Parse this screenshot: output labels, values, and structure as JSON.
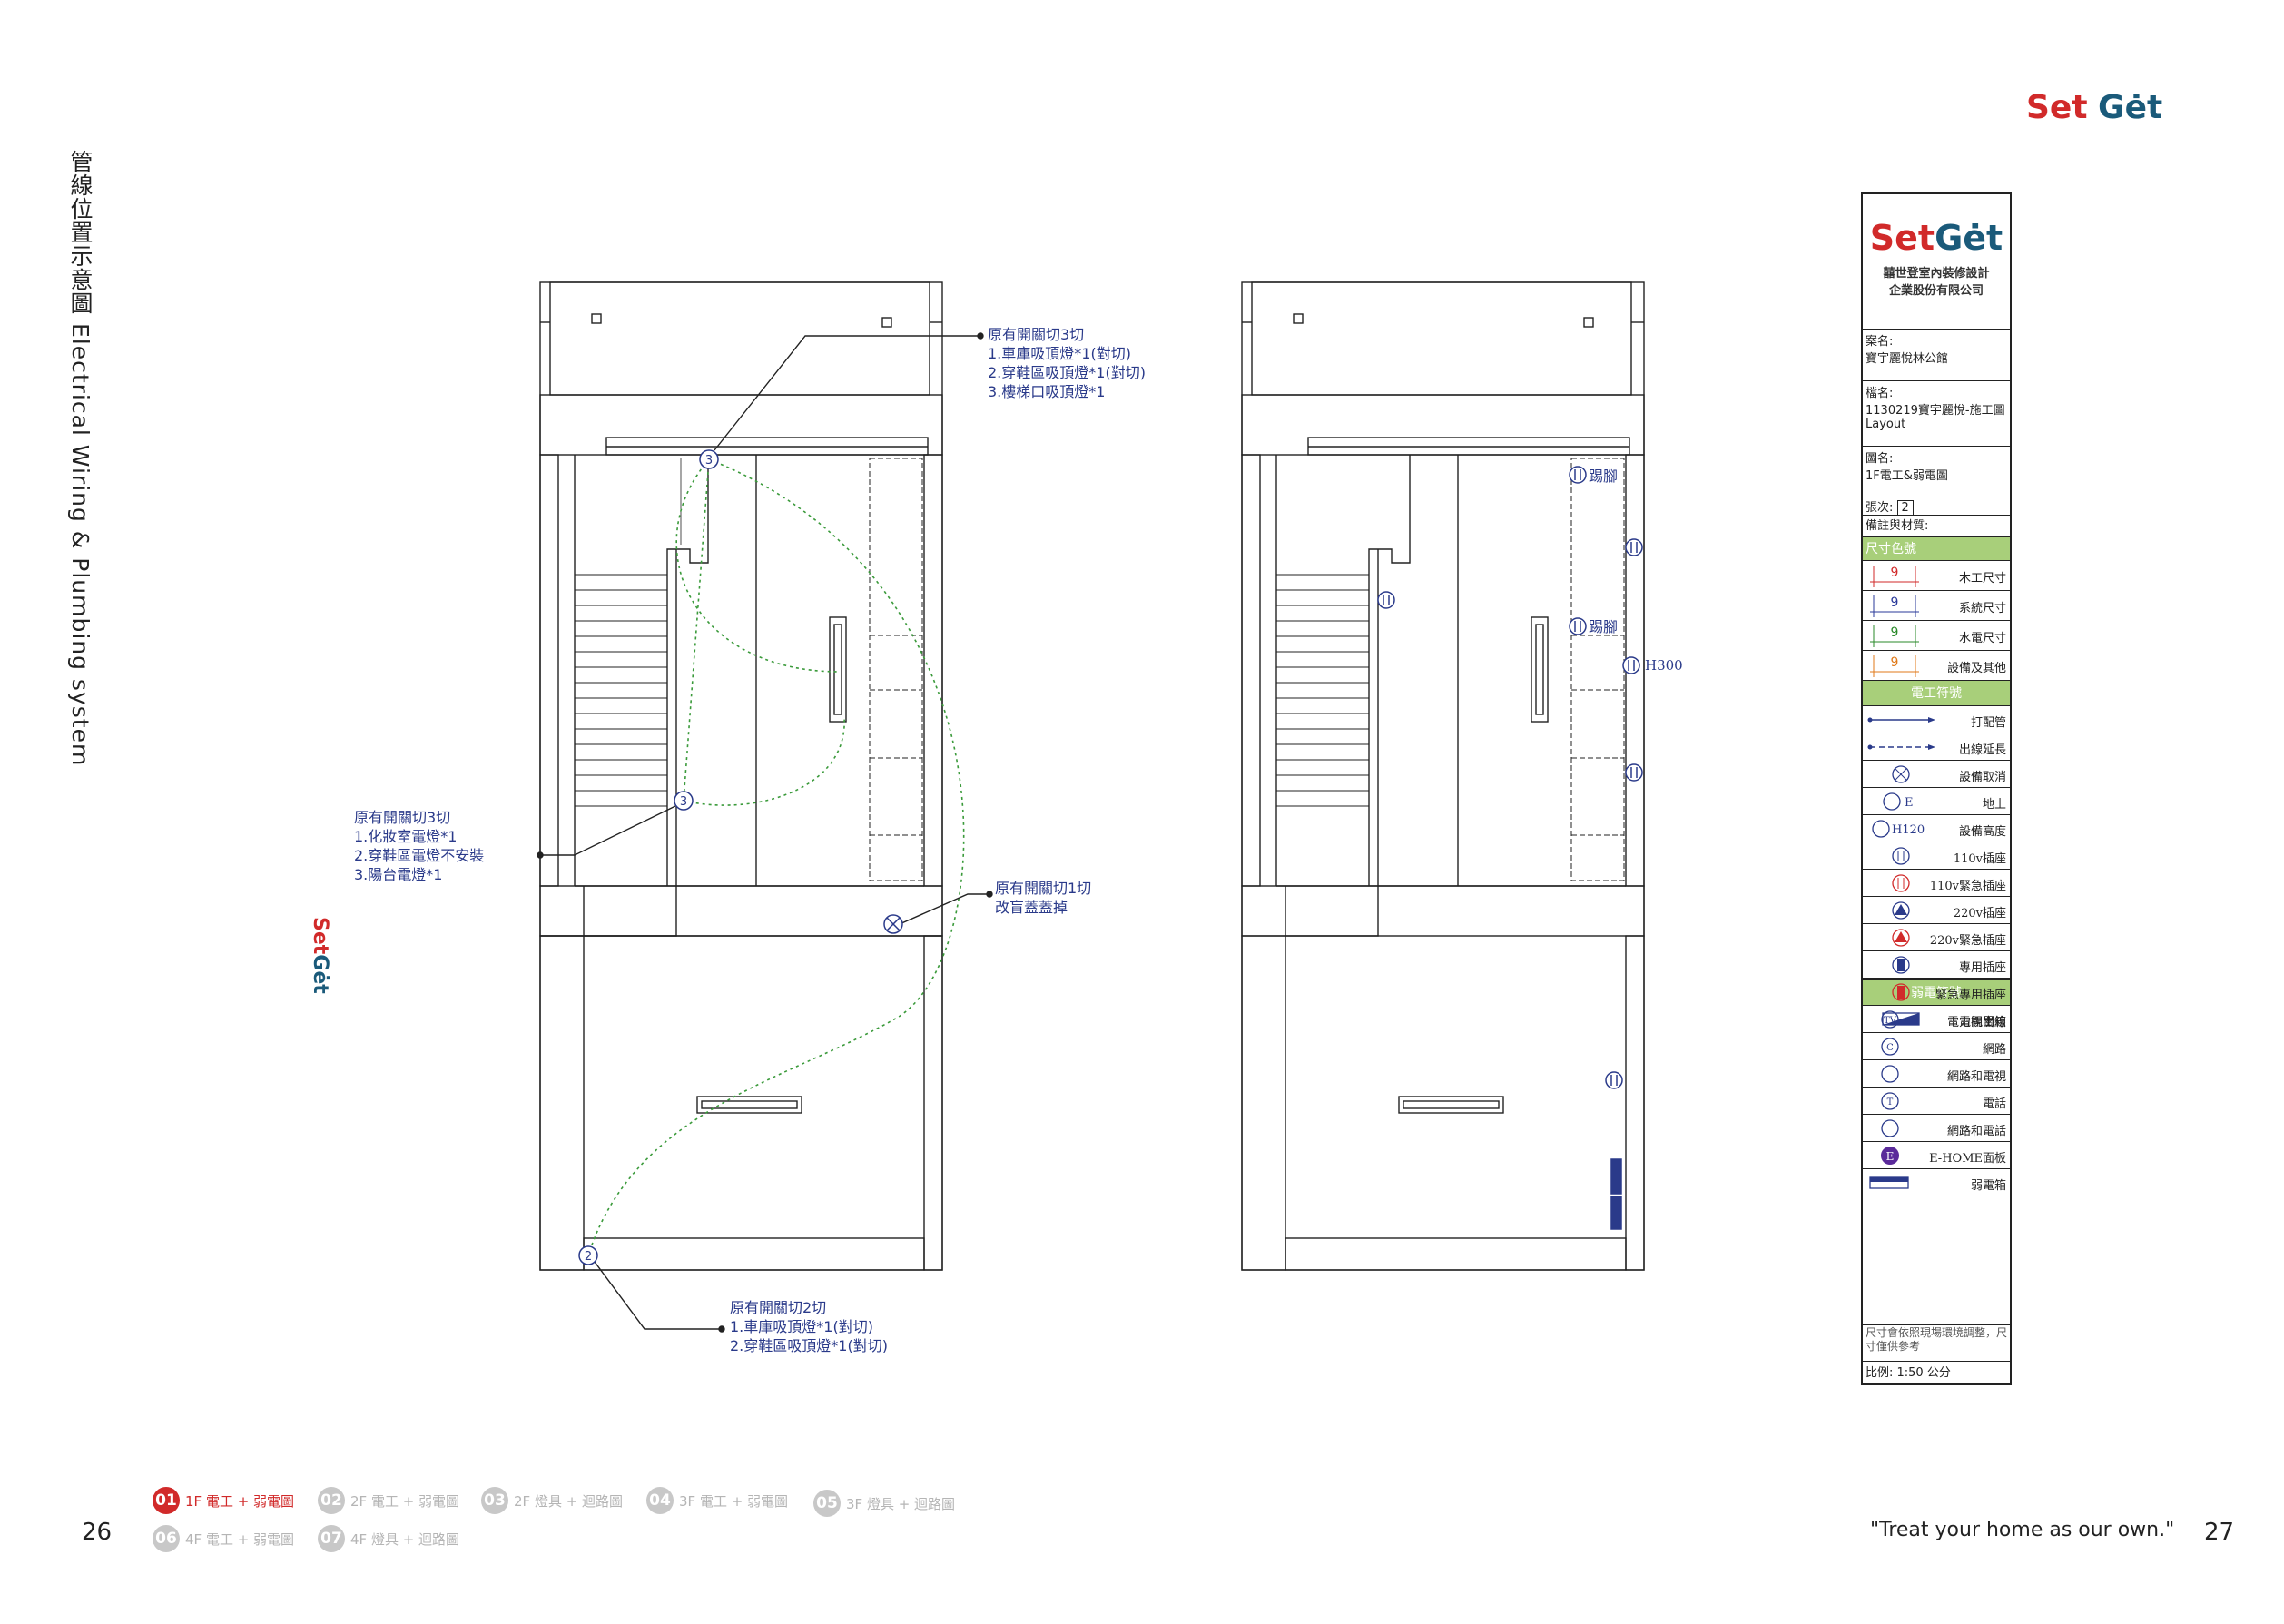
{
  "page": {
    "vertical_title": "管線位置示意圖 Electrical Wiring & Plumbing system",
    "brand": {
      "set": "Set",
      "get": "Gėt"
    },
    "page_left": "26",
    "page_right": "27",
    "quote": "\"Treat your home as our own.\""
  },
  "nav": [
    {
      "num": "01",
      "label": "1F 電工 + 弱電圖",
      "active": true
    },
    {
      "num": "02",
      "label": "2F 電工 + 弱電圖"
    },
    {
      "num": "03",
      "label": "2F 燈具 + 迴路圖"
    },
    {
      "num": "04",
      "label": "3F 電工 + 弱電圖"
    },
    {
      "num": "05",
      "label": "3F 燈具 + 迴路圖"
    },
    {
      "num": "06",
      "label": "4F 電工 + 弱電圖"
    },
    {
      "num": "07",
      "label": "4F 燈具 + 迴路圖"
    }
  ],
  "notes": {
    "top": "原有開關切3切\n1.車庫吸頂燈*1(對切)\n2.穿鞋區吸頂燈*1(對切)\n3.樓梯口吸頂燈*1",
    "left": "原有開關切3切\n1.化妝室電燈*1\n2.穿鞋區電燈不安裝\n3.陽台電燈*1",
    "right": "原有開關切1切\n改盲蓋蓋掉",
    "bottom": "原有開關切2切\n1.車庫吸頂燈*1(對切)\n2.穿鞋區吸頂燈*1(對切)"
  },
  "plan_right_labels": {
    "l1": "踢腳",
    "l2": "踢腳",
    "h300": "H300"
  },
  "markers": {
    "m3a": "3",
    "m3b": "3",
    "m2": "2"
  },
  "titleblock": {
    "company_line1": "囍世登室內裝修設計",
    "company_line2": "企業股份有限公司",
    "case_label": "案名:",
    "case_value": "寶宇麗悅林公館",
    "file_label": "檔名:",
    "file_value": "1130219寶宇麗悅-施工圖Layout",
    "drawing_label": "圖名:",
    "drawing_value": "1F電工&弱電圖",
    "sheet_label": "張次:",
    "sheet_value": "2",
    "remarks_label": "備註與材質:",
    "dim_color_header": "尺寸色號",
    "dim_rows": [
      {
        "n": "9",
        "label": "木工尺寸",
        "color": "#d12a2a"
      },
      {
        "n": "9",
        "label": "系統尺寸",
        "color": "#2a3a9a"
      },
      {
        "n": "9",
        "label": "水電尺寸",
        "color": "#2a8a2a"
      },
      {
        "n": "9",
        "label": "設備及其他",
        "color": "#e07a1a"
      }
    ],
    "elec_header": "電工符號",
    "elec_rows": [
      "打配管",
      "出線延長",
      "設備取消",
      "地上",
      "設備高度",
      "110v插座",
      "110v緊急插座",
      "220v插座",
      "220v緊急插座",
      "專用插座",
      "緊急專用插座",
      "電力開關箱"
    ],
    "elec_sym_text": {
      "e": "E",
      "h120": "H120"
    },
    "weak_header": "弱電符號",
    "weak_rows": [
      "電視出線",
      "網路",
      "網路和電視",
      "電話",
      "網路和電話",
      "E-HOME面板",
      "弱電箱"
    ],
    "weak_sym_text": [
      "TV",
      "C",
      "",
      "T",
      "",
      "E",
      ""
    ],
    "footnote": "尺寸會依照現場環境調整，尺寸僅供參考",
    "scale": "比例: 1:50 公分"
  }
}
